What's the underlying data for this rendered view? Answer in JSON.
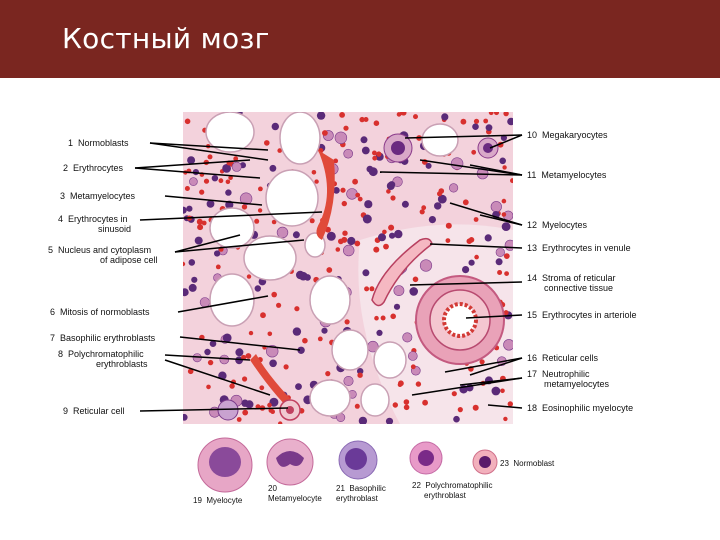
{
  "slide": {
    "title": "Костный мозг"
  },
  "left_labels": [
    {
      "num": "1",
      "text": "Normoblasts"
    },
    {
      "num": "2",
      "text": "Erythrocytes"
    },
    {
      "num": "3",
      "text": "Metamyelocytes"
    },
    {
      "num": "4",
      "text": "Erythrocytes in",
      "text2": "sinusoid"
    },
    {
      "num": "5",
      "text": "Nucleus and cytoplasm",
      "text2": "of adipose cell"
    },
    {
      "num": "6",
      "text": "Mitosis of normoblasts"
    },
    {
      "num": "7",
      "text": "Basophilic erythroblasts"
    },
    {
      "num": "8",
      "text": "Polychromatophilic",
      "text2": "erythroblasts"
    },
    {
      "num": "9",
      "text": "Reticular cell"
    }
  ],
  "right_labels": [
    {
      "num": "10",
      "text": "Megakaryocytes"
    },
    {
      "num": "11",
      "text": "Metamyelocytes"
    },
    {
      "num": "12",
      "text": "Myelocytes"
    },
    {
      "num": "13",
      "text": "Erythrocytes in venule"
    },
    {
      "num": "14",
      "text": "Stroma of reticular",
      "text2": "connective tissue"
    },
    {
      "num": "15",
      "text": "Erythrocytes in arteriole"
    },
    {
      "num": "16",
      "text": "Reticular cells"
    },
    {
      "num": "17",
      "text": "Neutrophilic",
      "text2": "metamyelocytes"
    },
    {
      "num": "18",
      "text": "Eosinophilic myelocyte"
    }
  ],
  "bottom_cells": [
    {
      "num": "19",
      "text": "Myelocyte"
    },
    {
      "num": "20",
      "text": "Metamyelocyte"
    },
    {
      "num": "21",
      "text": "Basophilic",
      "text2": "erythroblast"
    },
    {
      "num": "22",
      "text": "Polychromatophilic",
      "text2": "erythroblast"
    },
    {
      "num": "23",
      "text": "Normoblast"
    }
  ],
  "colors": {
    "title_bar": "#7a2620",
    "tissue_bg": "#f3d2dc",
    "erythrocyte": "#d8302e",
    "nucleus": "#5a2a78",
    "adipose": "#ffffff"
  }
}
